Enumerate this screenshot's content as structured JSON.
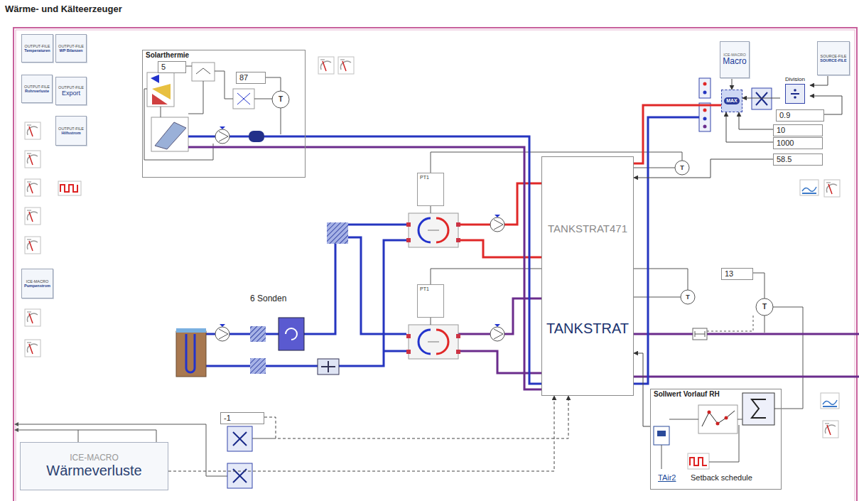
{
  "diagram": {
    "title": "Wärme- und Kälteerzeuger",
    "nodes": [
      {
        "text": [
          "OUTPUT-FILE",
          "Temperaturen"
        ]
      },
      {
        "text": [
          "OUTPUT-FILE",
          "WP Bilanzen"
        ]
      },
      {
        "text": [
          "OUTPUT-FILE",
          "Rohrverluste"
        ]
      },
      {
        "text": [
          "OUTPUT-FILE",
          "Export"
        ]
      },
      {
        "text": [
          "OUTPUT-FILE",
          "Hilfsstrom"
        ]
      },
      {
        "text": [
          "Solarthermie"
        ]
      },
      {
        "text": [
          "5"
        ],
        "in": 5
      },
      {
        "text": [
          "87"
        ],
        "in": 5
      },
      {
        "text": [
          "ICE-MACRO",
          "Macro"
        ]
      },
      {
        "text": [
          "SOURCE-FILE",
          "SOURCE-FILE"
        ]
      },
      {
        "text": [
          "MAX"
        ]
      },
      {
        "text": [
          "Division"
        ]
      },
      {
        "text": [
          "0.9"
        ]
      },
      {
        "text": [
          "10"
        ]
      },
      {
        "text": [
          "1000"
        ]
      },
      {
        "text": [
          "58.5"
        ]
      },
      {
        "text": [
          "PT1"
        ]
      },
      {
        "text": [
          "TANKSTRAT471",
          "TANKSTRAT"
        ]
      },
      {
        "text": [
          "ICE-MACRO",
          "Pumpenstrom"
        ]
      },
      {
        "text": [
          "13"
        ]
      },
      {
        "text": [
          "PT1"
        ]
      },
      {
        "text": [
          "Sollwert Vorlauf RH"
        ]
      },
      {
        "text": [
          "-1"
        ]
      },
      {
        "text": [
          "ICE-MACRO",
          "Wärmeverluste"
        ]
      }
    ],
    "edges": [
      {
        "from": 5,
        "to": 17,
        "arrow": "none"
      },
      {
        "from": 5,
        "to": 17,
        "arrow": "none"
      },
      {
        "from": 12,
        "to": 11,
        "arrow": "to"
      },
      {
        "from": 9,
        "to": 11,
        "arrow": "to"
      },
      {
        "from": 11,
        "to": 10,
        "arrow": "to"
      },
      {
        "from": 8,
        "to": 10,
        "arrow": "to"
      },
      {
        "from": 13,
        "to": 10,
        "arrow": "to"
      },
      {
        "from": 14,
        "to": 10,
        "arrow": "to"
      },
      {
        "from": 15,
        "to": 17,
        "arrow": "to"
      },
      {
        "from": 17,
        "to": 10,
        "arrow": "none"
      },
      {
        "from": 21,
        "to": 17,
        "arrow": "to"
      },
      {
        "from": 23,
        "to": 17,
        "arrow": "to"
      },
      {
        "from": 22,
        "to": 17,
        "arrow": "to"
      }
    ],
    "labels": [
      "6 Sonden",
      "T",
      "T",
      "T",
      "T",
      "TAir2",
      "Setback schedule"
    ]
  }
}
